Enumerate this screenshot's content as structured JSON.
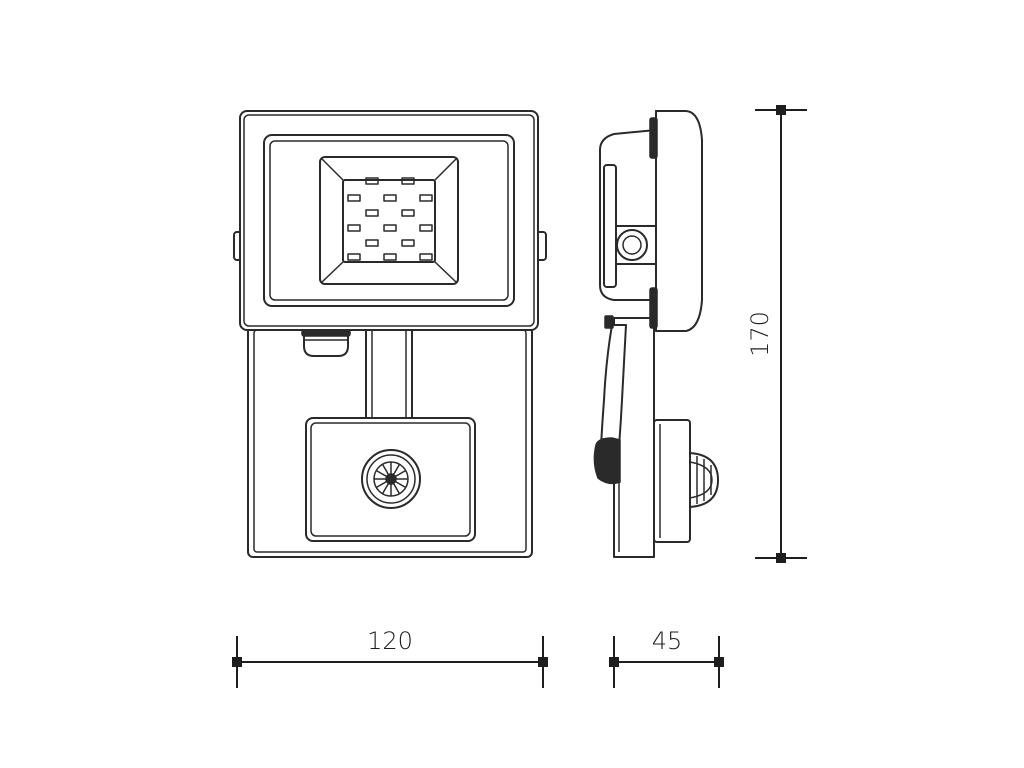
{
  "dimensions": {
    "width": "120",
    "depth": "45",
    "height": "170"
  },
  "colors": {
    "line": "#2a2a2a",
    "background": "#ffffff"
  }
}
